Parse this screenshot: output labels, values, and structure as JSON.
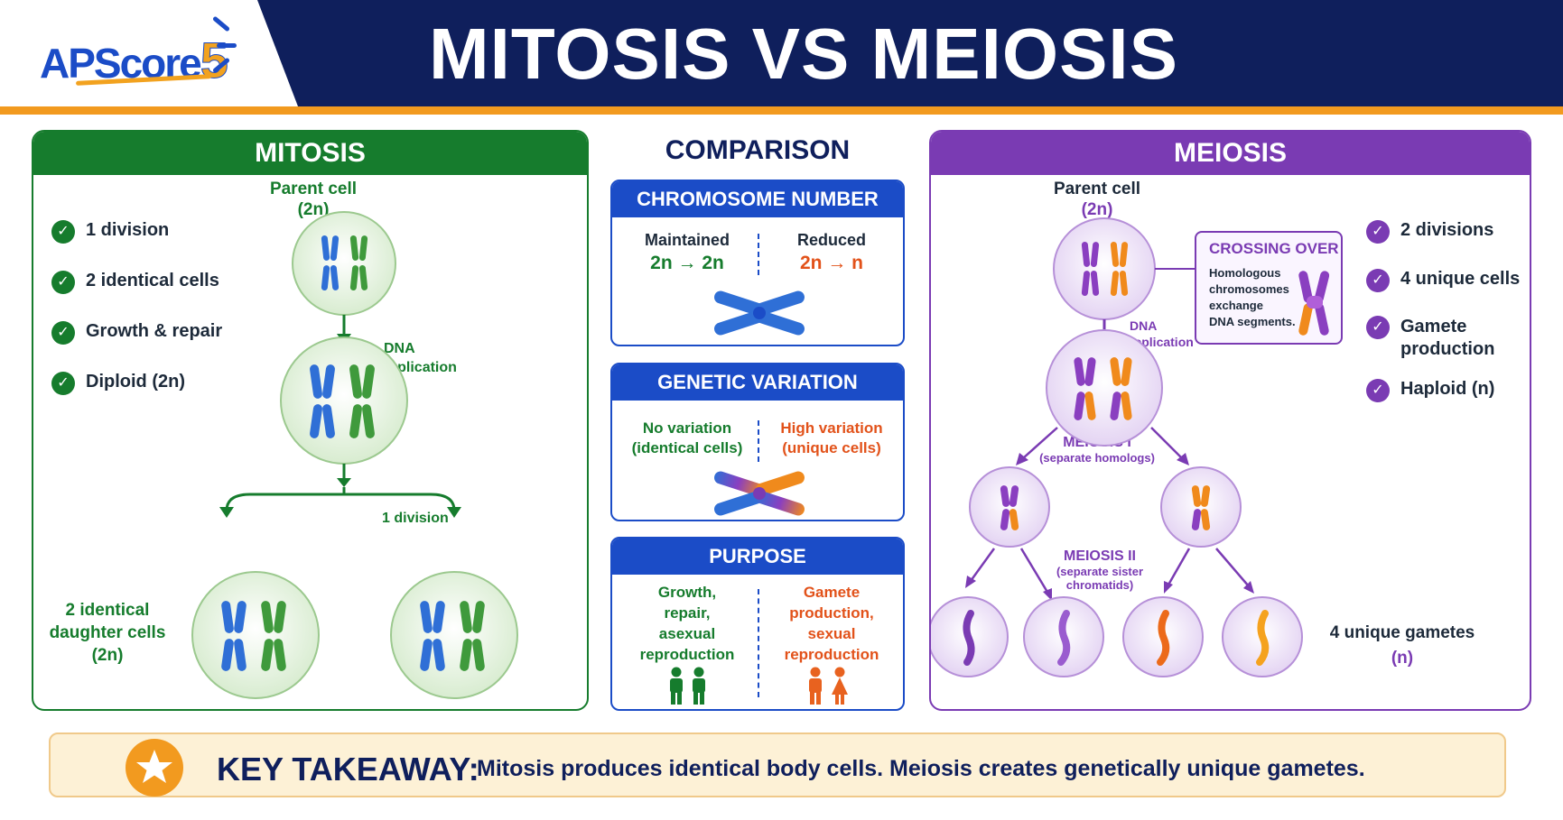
{
  "header": {
    "logo_text": "APScore",
    "logo_number": "5",
    "title": "MITOSIS VS MEIOSIS"
  },
  "mitosis": {
    "title": "MITOSIS",
    "parent_cell_label": "Parent cell",
    "parent_cell_ploidy": "(2n)",
    "checks": [
      "1 division",
      "2 identical cells",
      "Growth & repair",
      "Diploid (2n)"
    ],
    "dna_replication_line1": "DNA",
    "dna_replication_line2": "replication",
    "division_label": "1 division",
    "daughter_line1": "2 identical",
    "daughter_line2": "daughter cells",
    "daughter_line3": "(2n)"
  },
  "comparison": {
    "title": "COMPARISON",
    "chromosome_number": {
      "heading": "CHROMOSOME NUMBER",
      "left_label": "Maintained",
      "left_value": "2n → 2n",
      "right_label": "Reduced",
      "right_value": "2n → n"
    },
    "genetic_variation": {
      "heading": "GENETIC VARIATION",
      "left_line1": "No variation",
      "left_line2": "(identical cells)",
      "right_line1": "High variation",
      "right_line2": "(unique cells)"
    },
    "purpose": {
      "heading": "PURPOSE",
      "left_lines": [
        "Growth,",
        "repair,",
        "asexual",
        "reproduction"
      ],
      "right_lines": [
        "Gamete",
        "production,",
        "sexual",
        "reproduction"
      ]
    }
  },
  "meiosis": {
    "title": "MEIOSIS",
    "parent_cell_label": "Parent cell",
    "parent_cell_ploidy": "(2n)",
    "checks": [
      {
        "line1": "2 divisions",
        "line2": ""
      },
      {
        "line1": "4 unique cells",
        "line2": ""
      },
      {
        "line1": "Gamete",
        "line2": "production"
      },
      {
        "line1": "Haploid (n)",
        "line2": ""
      }
    ],
    "crossing_over": {
      "title": "CROSSING OVER",
      "lines": [
        "Homologous",
        "chromosomes",
        "exchange",
        "DNA segments."
      ]
    },
    "dna_replication_line1": "DNA",
    "dna_replication_line2": "replication",
    "meiosis1_label": "MEIOSIS I",
    "meiosis1_sub": "(separate homologs)",
    "meiosis2_label": "MEIOSIS II",
    "meiosis2_sub": "(separate sister chromatids)",
    "gametes_line1": "4 unique gametes",
    "gametes_line2": "(n)"
  },
  "takeaway": {
    "label": "KEY TAKEAWAY:",
    "text": "Mitosis produces identical body cells.  Meiosis creates genetically unique gametes."
  },
  "colors": {
    "navy": "#0f1f5c",
    "mitosis_green": "#167c2d",
    "meiosis_purple": "#7a3bb3",
    "comparison_blue": "#1b4cc7",
    "accent_orange": "#f29a1f",
    "chromosome_blue": "#2f6fd6",
    "chromosome_green": "#3f9a3c",
    "chromosome_orange": "#f08a1c"
  }
}
